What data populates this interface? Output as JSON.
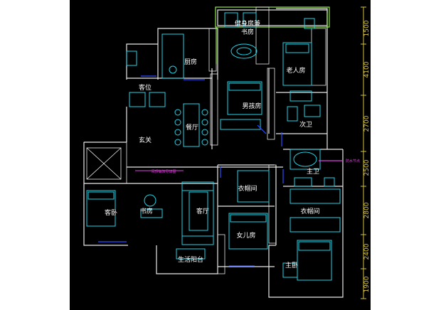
{
  "colors": {
    "background": "#000000",
    "wall": "#e8e8e8",
    "furniture": "#22d3e6",
    "accent_green": "#8fe84a",
    "door_blue": "#2a4cff",
    "magenta": "#e040e0",
    "dimension": "#d4c23a",
    "text": "#ffffff"
  },
  "rooms": {
    "fitness_study": "健身房兼",
    "fitness_study_line2": "书房",
    "kitchen": "厨房",
    "elder_room": "老人房",
    "guest_toilet": "客位",
    "boys_room": "男孩房",
    "dining": "餐厅",
    "second_bath": "次卫",
    "foyer": "玄关",
    "master_bath": "主卫",
    "cloakroom_upper": "衣帽间",
    "guest_bedroom": "客卧",
    "study": "书房",
    "living_room": "客厅",
    "cloakroom_right": "衣帽间",
    "girls_room": "女儿房",
    "balcony": "生活阳台",
    "master_bedroom": "主卧"
  },
  "notes": {
    "corridor_note": "吊顶做法见详图",
    "bath_note": "防水节点"
  },
  "dimensions": [
    "1500",
    "4100",
    "2700",
    "2500",
    "2800",
    "2400",
    "1900"
  ]
}
